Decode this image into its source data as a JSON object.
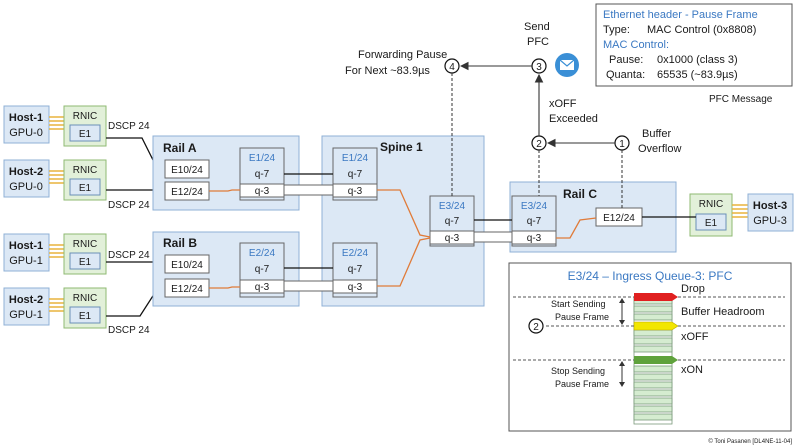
{
  "hosts": [
    {
      "name": "Host-1",
      "gpu": "GPU-0",
      "rnic": "RNIC",
      "port": "E1",
      "dscp": "DSCP 24"
    },
    {
      "name": "Host-2",
      "gpu": "GPU-0",
      "rnic": "RNIC",
      "port": "E1",
      "dscp": "DSCP 24"
    },
    {
      "name": "Host-1",
      "gpu": "GPU-1",
      "rnic": "RNIC",
      "port": "E1",
      "dscp": "DSCP 24"
    },
    {
      "name": "Host-2",
      "gpu": "GPU-1",
      "rnic": "RNIC",
      "port": "E1",
      "dscp": "DSCP 24"
    }
  ],
  "host3": {
    "name": "Host-3",
    "gpu": "GPU-3",
    "rnic": "RNIC",
    "port": "E1"
  },
  "rail_a": {
    "title": "Rail A",
    "port_in1": "E10/24",
    "port_in2": "E12/24",
    "port_out": "E1/24",
    "q7": "q-7",
    "q3": "q-3"
  },
  "rail_b": {
    "title": "Rail B",
    "port_in1": "E10/24",
    "port_in2": "E12/24",
    "port_out": "E2/24",
    "q7": "q-7",
    "q3": "q-3"
  },
  "spine": {
    "title": "Spine 1",
    "port_a": "E1/24",
    "port_b": "E2/24",
    "port_out": "E3/24",
    "q7": "q-7",
    "q3": "q-3"
  },
  "rail_c": {
    "title": "Rail C",
    "port_in": "E3/24",
    "port_out": "E12/24",
    "q7": "q-7",
    "q3": "q-3"
  },
  "steps": {
    "s1": "1",
    "s2": "2",
    "s3": "3",
    "s4": "4"
  },
  "labels": {
    "forwarding_line1": "Forwarding Pause",
    "forwarding_line2": "For Next ~83.9µs",
    "send_line1": "Send",
    "send_line2": "PFC",
    "xoff_line1": "xOFF",
    "xoff_line2": "Exceeded",
    "buffer_line1": "Buffer",
    "buffer_line2": "Overflow",
    "pfc_message": "PFC Message",
    "copyright": "© Toni Pasanen [DL4NE-11-04]"
  },
  "frame_info": {
    "header": "Ethernet  header - Pause Frame",
    "type_label": "Type:",
    "type_value": "MAC Control (0x8808)",
    "mac_control": "MAC Control:",
    "pause_label": "Pause:",
    "pause_value": "0x1000 (class 3)",
    "quanta_label": "Quanta:",
    "quanta_value": "65535  (~83.9µs)"
  },
  "queue_panel": {
    "title": "E3/24 – Ingress Queue-3: PFC",
    "drop": "Drop",
    "headroom": "Buffer Headroom",
    "xoff": "xOFF",
    "xon": "xON",
    "start_line1": "Start Sending",
    "start_line2": "Pause Frame",
    "stop_line1": "Stop Sending",
    "stop_line2": "Pause Frame",
    "step": "2"
  },
  "colors": {
    "box_blue": "#dce8f5",
    "box_blue_border": "#8fb0d6",
    "rnic_green": "#e2f0d9",
    "rnic_green_border": "#8fba72",
    "orange": "#e07b39",
    "accent_blue": "#3a78c2",
    "drop_red": "#e02020",
    "xoff_yellow": "#f2e600",
    "xon_green": "#5fa23c",
    "queue_slot": "#d5ecd0"
  }
}
